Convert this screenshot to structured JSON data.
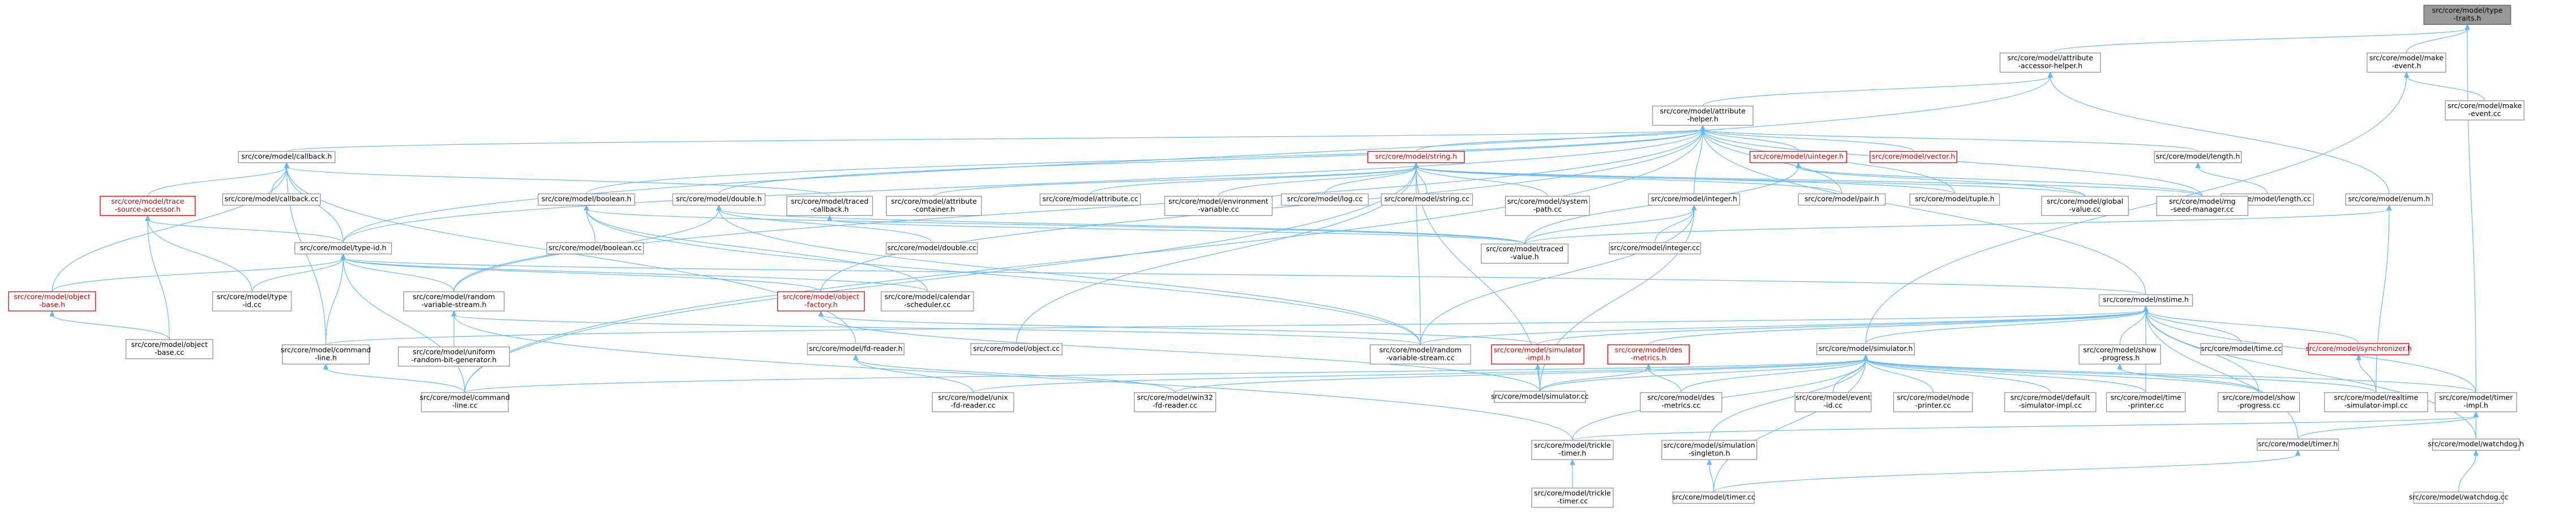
{
  "colors": {
    "edge": "#63b8ff",
    "node_border": "#999999",
    "red_border": "#ff0000",
    "current_fill": "#999999"
  },
  "nodes": [
    {
      "id": "type-traits",
      "lines": [
        "src/core/model/type",
        "-traits.h"
      ],
      "style": "current"
    },
    {
      "id": "attr-accessor-helper",
      "lines": [
        "src/core/model/attribute",
        "-accessor-helper.h"
      ]
    },
    {
      "id": "make-event-h",
      "lines": [
        "src/core/model/make",
        "-event.h"
      ]
    },
    {
      "id": "make-event-cc",
      "lines": [
        "src/core/model/make",
        "-event.cc"
      ]
    },
    {
      "id": "attr-helper",
      "lines": [
        "src/core/model/attribute",
        "-helper.h"
      ]
    },
    {
      "id": "callback-h",
      "lines": [
        "src/core/model/callback.h"
      ]
    },
    {
      "id": "string-h",
      "lines": [
        "src/core/model/string.h"
      ],
      "style": "red"
    },
    {
      "id": "uinteger-h",
      "lines": [
        "src/core/model/uinteger.h"
      ],
      "style": "red"
    },
    {
      "id": "vector-h",
      "lines": [
        "src/core/model/vector.h"
      ],
      "style": "red"
    },
    {
      "id": "length-h",
      "lines": [
        "src/core/model/length.h"
      ]
    },
    {
      "id": "length-cc",
      "lines": [
        "src/core/model/length.cc"
      ]
    },
    {
      "id": "trace-accessor",
      "lines": [
        "src/core/model/trace",
        "-source-accessor.h"
      ],
      "style": "red"
    },
    {
      "id": "callback-cc",
      "lines": [
        "src/core/model/callback.cc"
      ]
    },
    {
      "id": "boolean-h",
      "lines": [
        "src/core/model/boolean.h"
      ]
    },
    {
      "id": "double-h",
      "lines": [
        "src/core/model/double.h"
      ]
    },
    {
      "id": "traced-callback",
      "lines": [
        "src/core/model/traced",
        "-callback.h"
      ]
    },
    {
      "id": "attr-container",
      "lines": [
        "src/core/model/attribute",
        "-container.h"
      ]
    },
    {
      "id": "attribute-cc",
      "lines": [
        "src/core/model/attribute.cc"
      ]
    },
    {
      "id": "env-variable",
      "lines": [
        "src/core/model/environment",
        "-variable.cc"
      ]
    },
    {
      "id": "log-cc",
      "lines": [
        "src/core/model/log.cc"
      ]
    },
    {
      "id": "string-cc",
      "lines": [
        "src/core/model/string.cc"
      ]
    },
    {
      "id": "system-path",
      "lines": [
        "src/core/model/system",
        "-path.cc"
      ]
    },
    {
      "id": "integer-h",
      "lines": [
        "src/core/model/integer.h"
      ]
    },
    {
      "id": "pair-h",
      "lines": [
        "src/core/model/pair.h"
      ]
    },
    {
      "id": "tuple-h",
      "lines": [
        "src/core/model/tuple.h"
      ]
    },
    {
      "id": "global-value",
      "lines": [
        "src/core/model/global",
        "-value.cc"
      ]
    },
    {
      "id": "rng-seed",
      "lines": [
        "src/core/model/rng",
        "-seed-manager.cc"
      ]
    },
    {
      "id": "enum-h",
      "lines": [
        "src/core/model/enum.h"
      ]
    },
    {
      "id": "boolean-cc",
      "lines": [
        "src/core/model/boolean.cc"
      ]
    },
    {
      "id": "double-cc",
      "lines": [
        "src/core/model/double.cc"
      ]
    },
    {
      "id": "traced-value",
      "lines": [
        "src/core/model/traced",
        "-value.h"
      ]
    },
    {
      "id": "integer-cc",
      "lines": [
        "src/core/model/integer.cc"
      ]
    },
    {
      "id": "type-id-h",
      "lines": [
        "src/core/model/type-id.h"
      ]
    },
    {
      "id": "object-base-h",
      "lines": [
        "src/core/model/object",
        "-base.h"
      ],
      "style": "red"
    },
    {
      "id": "type-id-cc",
      "lines": [
        "src/core/model/type",
        "-id.cc"
      ]
    },
    {
      "id": "random-stream-h",
      "lines": [
        "src/core/model/random",
        "-variable-stream.h"
      ]
    },
    {
      "id": "object-factory",
      "lines": [
        "src/core/model/object",
        "-factory.h"
      ],
      "style": "red"
    },
    {
      "id": "calendar-sched",
      "lines": [
        "src/core/model/calendar",
        "-scheduler.cc"
      ]
    },
    {
      "id": "nstime-h",
      "lines": [
        "src/core/model/nstime.h"
      ]
    },
    {
      "id": "object-base-cc",
      "lines": [
        "src/core/model/object",
        "-base.cc"
      ]
    },
    {
      "id": "command-line-h",
      "lines": [
        "src/core/model/command",
        "-line.h"
      ]
    },
    {
      "id": "uniform-rbg",
      "lines": [
        "src/core/model/uniform",
        "-random-bit-generator.h"
      ]
    },
    {
      "id": "fd-reader",
      "lines": [
        "src/core/model/fd-reader.h"
      ]
    },
    {
      "id": "object-cc",
      "lines": [
        "src/core/model/object.cc"
      ]
    },
    {
      "id": "random-stream-cc",
      "lines": [
        "src/core/model/random",
        "-variable-stream.cc"
      ]
    },
    {
      "id": "simulator-impl",
      "lines": [
        "src/core/model/simulator",
        "-impl.h"
      ],
      "style": "red"
    },
    {
      "id": "des-metrics-h",
      "lines": [
        "src/core/model/des",
        "-metrics.h"
      ],
      "style": "red"
    },
    {
      "id": "simulator-h",
      "lines": [
        "src/core/model/simulator.h"
      ]
    },
    {
      "id": "show-progress-h",
      "lines": [
        "src/core/model/show",
        "-progress.h"
      ]
    },
    {
      "id": "time-cc",
      "lines": [
        "src/core/model/time.cc"
      ]
    },
    {
      "id": "synchronizer-h",
      "lines": [
        "src/core/model/synchronizer.h"
      ],
      "style": "red"
    },
    {
      "id": "command-line-cc",
      "lines": [
        "src/core/model/command",
        "-line.cc"
      ]
    },
    {
      "id": "unix-fd",
      "lines": [
        "src/core/model/unix",
        "-fd-reader.cc"
      ]
    },
    {
      "id": "win32-fd",
      "lines": [
        "src/core/model/win32",
        "-fd-reader.cc"
      ]
    },
    {
      "id": "simulator-cc",
      "lines": [
        "src/core/model/simulator.cc"
      ]
    },
    {
      "id": "des-metrics-cc",
      "lines": [
        "src/core/model/des",
        "-metrics.cc"
      ]
    },
    {
      "id": "event-id",
      "lines": [
        "src/core/model/event",
        "-id.cc"
      ]
    },
    {
      "id": "node-printer",
      "lines": [
        "src/core/model/node",
        "-printer.cc"
      ]
    },
    {
      "id": "default-sim-impl",
      "lines": [
        "src/core/model/default",
        "-simulator-impl.cc"
      ]
    },
    {
      "id": "time-printer",
      "lines": [
        "src/core/model/time",
        "-printer.cc"
      ]
    },
    {
      "id": "show-progress-cc",
      "lines": [
        "src/core/model/show",
        "-progress.cc"
      ]
    },
    {
      "id": "realtime-sim",
      "lines": [
        "src/core/model/realtime",
        "-simulator-impl.cc"
      ]
    },
    {
      "id": "timer-impl",
      "lines": [
        "src/core/model/timer",
        "-impl.h"
      ]
    },
    {
      "id": "trickle-timer-h",
      "lines": [
        "src/core/model/trickle",
        "-timer.h"
      ]
    },
    {
      "id": "sim-singleton",
      "lines": [
        "src/core/model/simulation",
        "-singleton.h"
      ]
    },
    {
      "id": "timer-h",
      "lines": [
        "src/core/model/timer.h"
      ]
    },
    {
      "id": "watchdog-h",
      "lines": [
        "src/core/model/watchdog.h"
      ]
    },
    {
      "id": "trickle-timer-cc",
      "lines": [
        "src/core/model/trickle",
        "-timer.cc"
      ]
    },
    {
      "id": "timer-cc",
      "lines": [
        "src/core/model/timer.cc"
      ]
    },
    {
      "id": "watchdog-cc",
      "lines": [
        "src/core/model/watchdog.cc"
      ]
    }
  ],
  "edges": [
    [
      "type-traits",
      "attr-accessor-helper"
    ],
    [
      "type-traits",
      "make-event-h"
    ],
    [
      "type-traits",
      "timer-impl"
    ],
    [
      "make-event-h",
      "make-event-cc"
    ],
    [
      "make-event-h",
      "simulator-h"
    ],
    [
      "attr-accessor-helper",
      "attr-helper"
    ],
    [
      "attr-accessor-helper",
      "enum-h"
    ],
    [
      "attr-accessor-helper",
      "type-id-h"
    ],
    [
      "attr-helper",
      "callback-h"
    ],
    [
      "attr-helper",
      "string-h"
    ],
    [
      "attr-helper",
      "uinteger-h"
    ],
    [
      "attr-helper",
      "vector-h"
    ],
    [
      "attr-helper",
      "length-h"
    ],
    [
      "attr-helper",
      "boolean-h"
    ],
    [
      "attr-helper",
      "double-h"
    ],
    [
      "attr-helper",
      "integer-h"
    ],
    [
      "attr-helper",
      "pair-h"
    ],
    [
      "attr-helper",
      "tuple-h"
    ],
    [
      "attr-helper",
      "rng-seed"
    ],
    [
      "attr-helper",
      "nstime-h"
    ],
    [
      "attr-helper",
      "type-id-h"
    ],
    [
      "attr-helper",
      "random-stream-h"
    ],
    [
      "attr-helper",
      "object-factory"
    ],
    [
      "attr-helper",
      "command-line-cc"
    ],
    [
      "callback-h",
      "trace-accessor"
    ],
    [
      "callback-h",
      "callback-cc"
    ],
    [
      "callback-h",
      "traced-callback"
    ],
    [
      "callback-h",
      "type-id-h"
    ],
    [
      "callback-h",
      "object-base-h"
    ],
    [
      "callback-h",
      "command-line-h"
    ],
    [
      "callback-h",
      "fd-reader"
    ],
    [
      "string-h",
      "attr-container"
    ],
    [
      "string-h",
      "attribute-cc"
    ],
    [
      "string-h",
      "env-variable"
    ],
    [
      "string-h",
      "log-cc"
    ],
    [
      "string-h",
      "string-cc"
    ],
    [
      "string-h",
      "system-path"
    ],
    [
      "string-h",
      "pair-h"
    ],
    [
      "string-h",
      "tuple-h"
    ],
    [
      "string-h",
      "global-value"
    ],
    [
      "string-h",
      "rng-seed"
    ],
    [
      "string-h",
      "object-cc"
    ],
    [
      "string-h",
      "random-stream-cc"
    ],
    [
      "string-h",
      "command-line-cc"
    ],
    [
      "string-h",
      "simulator-cc"
    ],
    [
      "uinteger-h",
      "traced-value"
    ],
    [
      "uinteger-h",
      "global-value"
    ],
    [
      "uinteger-h",
      "rng-seed"
    ],
    [
      "length-h",
      "length-cc"
    ],
    [
      "trace-accessor",
      "type-id-h"
    ],
    [
      "trace-accessor",
      "object-base-cc"
    ],
    [
      "trace-accessor",
      "type-id-cc"
    ],
    [
      "boolean-h",
      "boolean-cc"
    ],
    [
      "boolean-h",
      "traced-value"
    ],
    [
      "boolean-h",
      "calendar-sched"
    ],
    [
      "boolean-h",
      "random-stream-cc"
    ],
    [
      "double-h",
      "double-cc"
    ],
    [
      "double-h",
      "traced-value"
    ],
    [
      "double-h",
      "random-stream-cc"
    ],
    [
      "double-h",
      "random-stream-h"
    ],
    [
      "traced-callback",
      "traced-value"
    ],
    [
      "integer-h",
      "traced-value"
    ],
    [
      "integer-h",
      "integer-cc"
    ],
    [
      "integer-h",
      "random-stream-cc"
    ],
    [
      "integer-h",
      "simulator-cc"
    ],
    [
      "enum-h",
      "traced-value"
    ],
    [
      "enum-h",
      "realtime-sim"
    ],
    [
      "type-id-h",
      "object-base-h"
    ],
    [
      "type-id-h",
      "type-id-cc"
    ],
    [
      "type-id-h",
      "random-stream-h"
    ],
    [
      "type-id-h",
      "object-factory"
    ],
    [
      "type-id-h",
      "calendar-sched"
    ],
    [
      "type-id-h",
      "command-line-h"
    ],
    [
      "type-id-h",
      "command-line-cc"
    ],
    [
      "type-id-h",
      "nstime-h"
    ],
    [
      "object-base-h",
      "object-base-cc"
    ],
    [
      "random-stream-h",
      "uniform-rbg"
    ],
    [
      "random-stream-h",
      "random-stream-cc"
    ],
    [
      "random-stream-h",
      "trickle-timer-h"
    ],
    [
      "object-factory",
      "simulator-impl"
    ],
    [
      "object-factory",
      "simulator-cc"
    ],
    [
      "nstime-h",
      "command-line-h"
    ],
    [
      "nstime-h",
      "random-stream-cc"
    ],
    [
      "nstime-h",
      "simulator-impl"
    ],
    [
      "nstime-h",
      "des-metrics-h"
    ],
    [
      "nstime-h",
      "simulator-h"
    ],
    [
      "nstime-h",
      "show-progress-h"
    ],
    [
      "nstime-h",
      "time-cc"
    ],
    [
      "nstime-h",
      "synchronizer-h"
    ],
    [
      "nstime-h",
      "timer-impl"
    ],
    [
      "nstime-h",
      "timer-h"
    ],
    [
      "nstime-h",
      "watchdog-h"
    ],
    [
      "nstime-h",
      "show-progress-cc"
    ],
    [
      "nstime-h",
      "time-printer"
    ],
    [
      "command-line-h",
      "command-line-cc"
    ],
    [
      "fd-reader",
      "unix-fd"
    ],
    [
      "fd-reader",
      "win32-fd"
    ],
    [
      "simulator-impl",
      "simulator-cc"
    ],
    [
      "des-metrics-h",
      "des-metrics-cc"
    ],
    [
      "des-metrics-h",
      "simulator-cc"
    ],
    [
      "simulator-h",
      "command-line-cc"
    ],
    [
      "simulator-h",
      "unix-fd"
    ],
    [
      "simulator-h",
      "win32-fd"
    ],
    [
      "simulator-h",
      "simulator-cc"
    ],
    [
      "simulator-h",
      "des-metrics-cc"
    ],
    [
      "simulator-h",
      "event-id"
    ],
    [
      "simulator-h",
      "node-printer"
    ],
    [
      "simulator-h",
      "default-sim-impl"
    ],
    [
      "simulator-h",
      "time-printer"
    ],
    [
      "simulator-h",
      "show-progress-cc"
    ],
    [
      "simulator-h",
      "realtime-sim"
    ],
    [
      "simulator-h",
      "trickle-timer-h"
    ],
    [
      "simulator-h",
      "sim-singleton"
    ],
    [
      "simulator-h",
      "timer-cc"
    ],
    [
      "simulator-h",
      "timer-impl"
    ],
    [
      "show-progress-h",
      "show-progress-cc"
    ],
    [
      "synchronizer-h",
      "realtime-sim"
    ],
    [
      "timer-impl",
      "timer-h"
    ],
    [
      "timer-impl",
      "watchdog-h"
    ],
    [
      "timer-impl",
      "trickle-timer-h"
    ],
    [
      "trickle-timer-h",
      "trickle-timer-cc"
    ],
    [
      "sim-singleton",
      "timer-cc"
    ],
    [
      "timer-h",
      "timer-cc"
    ],
    [
      "watchdog-h",
      "watchdog-cc"
    ]
  ]
}
